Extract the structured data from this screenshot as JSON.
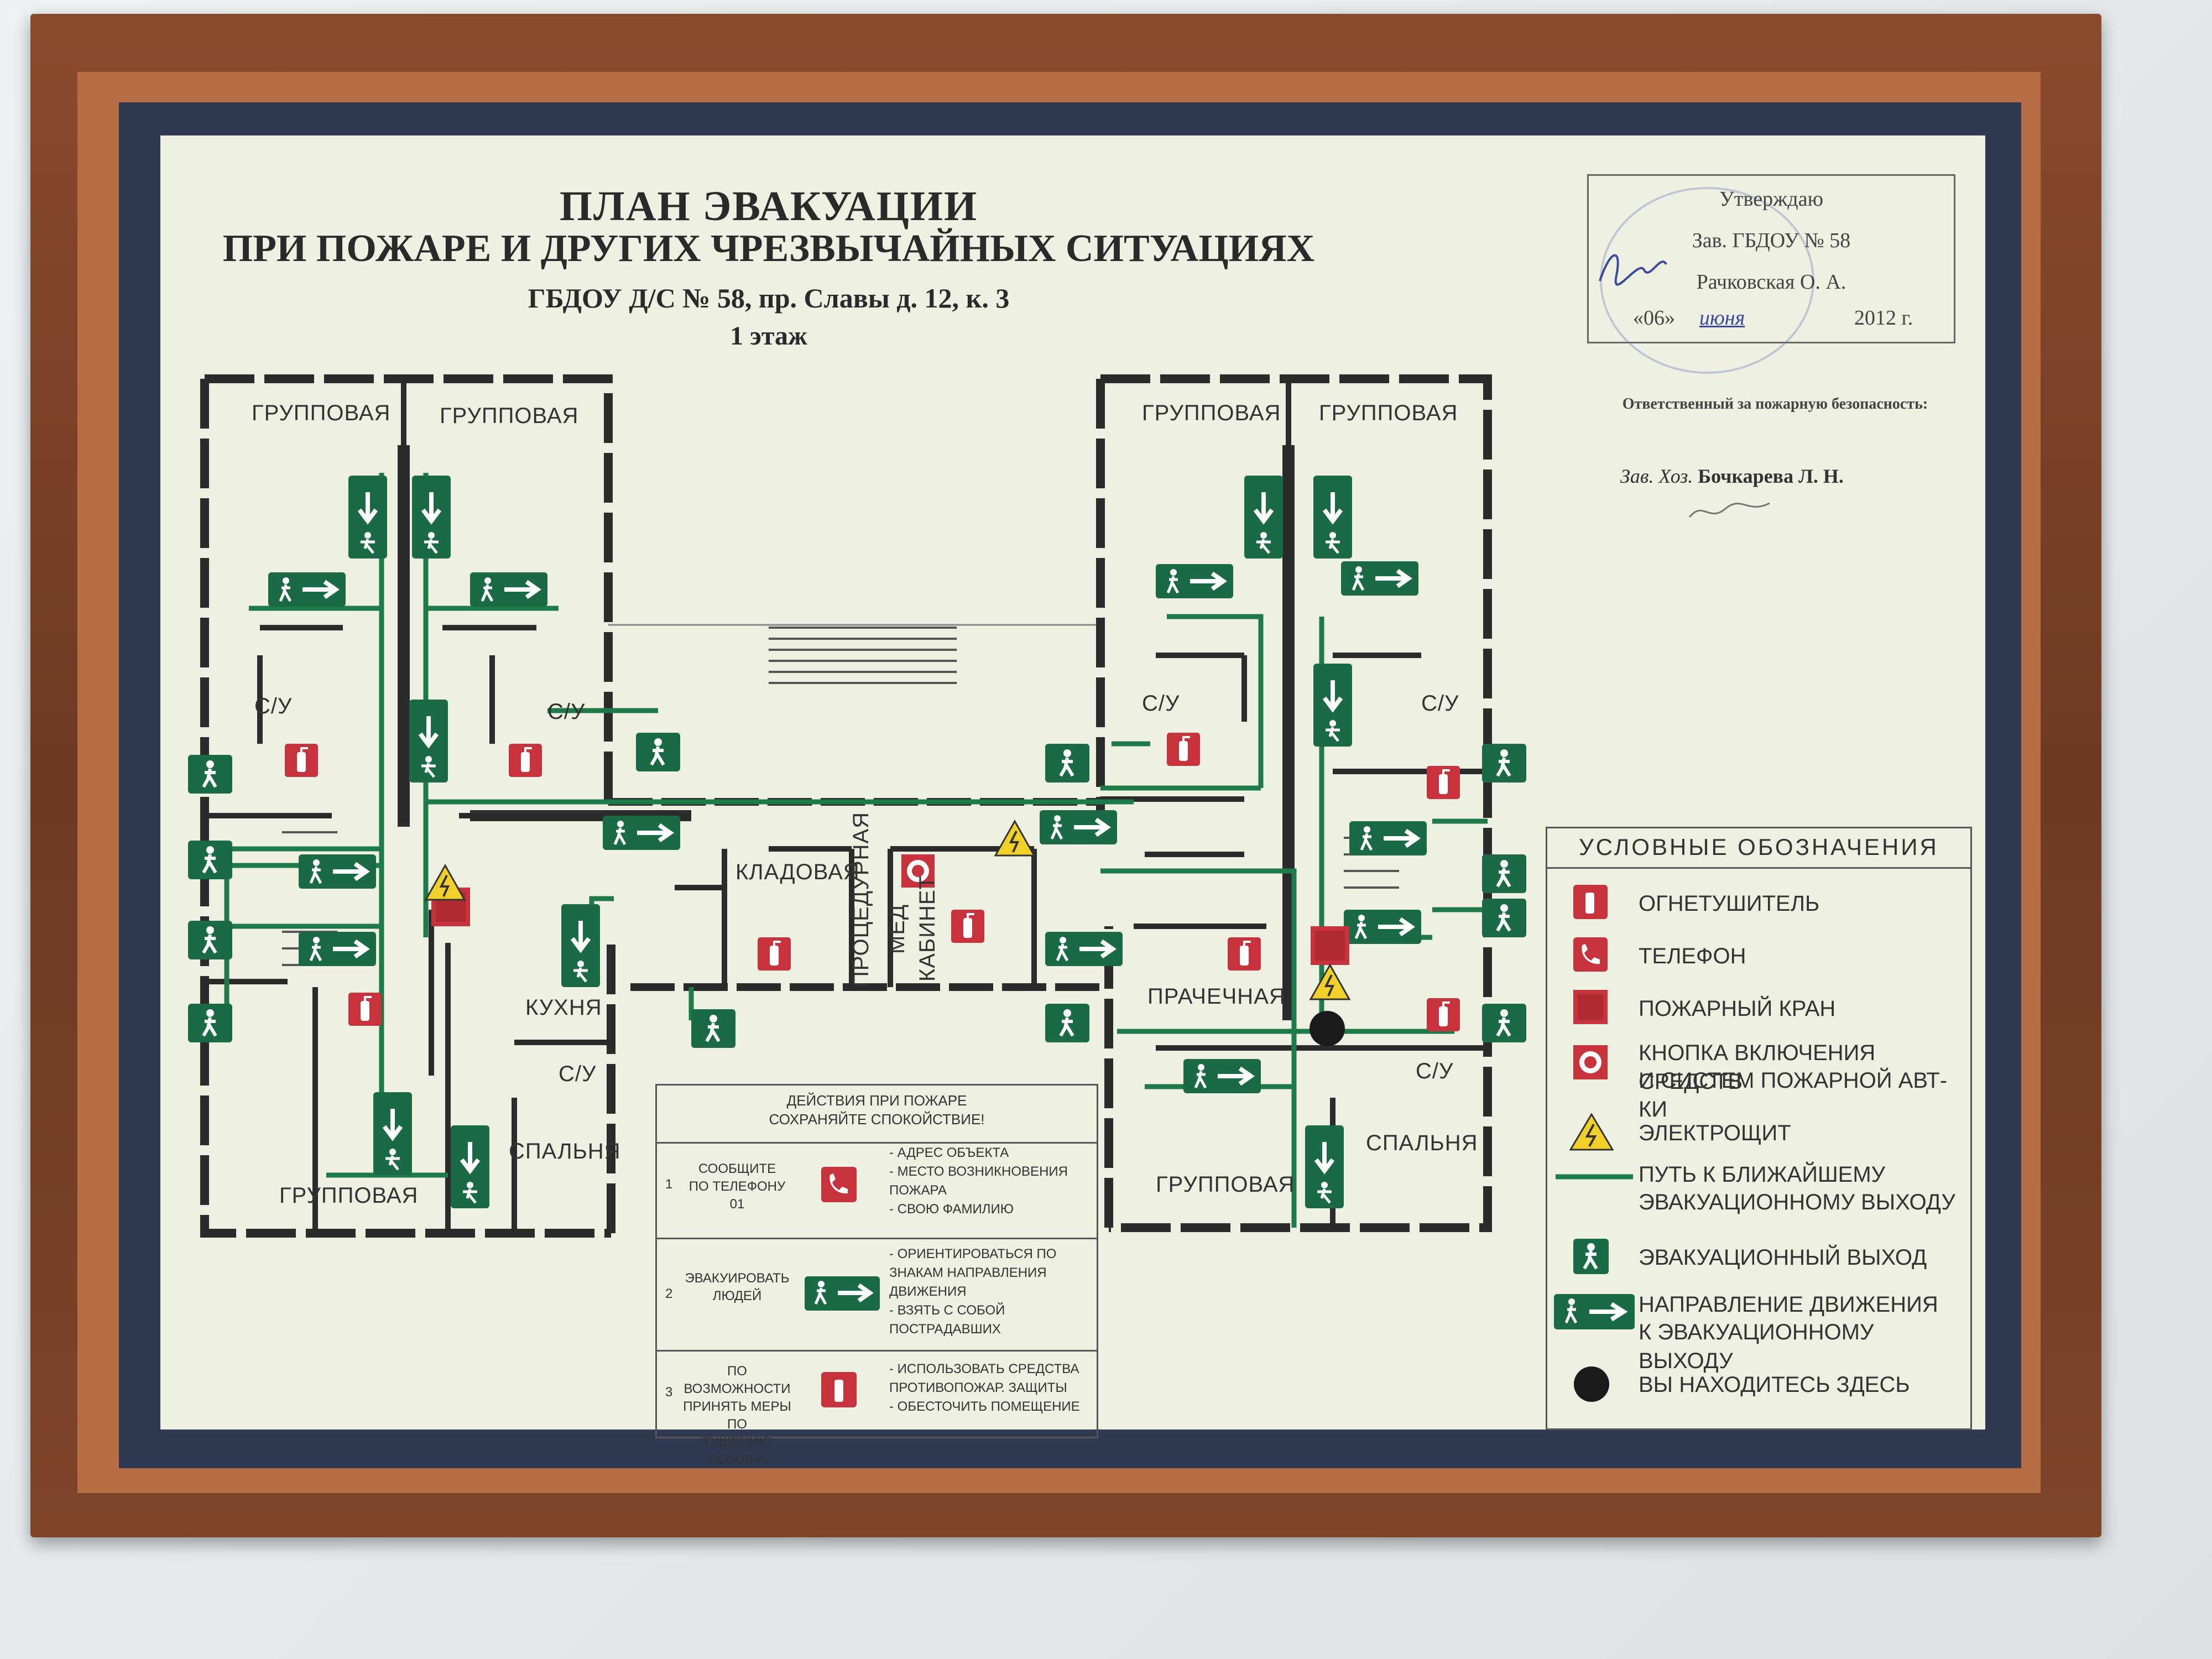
{
  "header": {
    "title_line1": "ПЛАН ЭВАКУАЦИИ",
    "title_line2": "ПРИ ПОЖАРЕ И ДРУГИХ ЧРЕЗВЫЧАЙНЫХ СИТУАЦИЯХ",
    "address": "ГБДОУ Д/С  № 58, пр. Славы д. 12, к. 3",
    "floor": "1 этаж"
  },
  "approval": {
    "line1": "Утверждаю",
    "line2": "Зав. ГБДОУ № 58",
    "line3": "Рачковская О. А.",
    "date_day": "«06»",
    "date_month": "июня",
    "date_year": "2012 г."
  },
  "responsible": {
    "caption": "Ответственный за пожарную безопасность:",
    "position": "Зав. Хоз.",
    "name": "Бочкарева Л. Н."
  },
  "rooms": {
    "group_tl1": "ГРУППОВАЯ",
    "group_tl2": "ГРУППОВАЯ",
    "group_tr1": "ГРУППОВАЯ",
    "group_tr2": "ГРУППОВАЯ",
    "group_bl": "ГРУППОВАЯ",
    "group_br": "ГРУППОВАЯ",
    "wc1": "С/У",
    "wc2": "С/У",
    "wc3": "С/У",
    "wc4": "С/У",
    "wc5": "С/У",
    "wc6": "С/У",
    "pantry": "КЛАДОВАЯ",
    "procedure": "ПРОЦЕДУРНАЯ",
    "med1": "МЕД",
    "med2": "КАБИНЕТ",
    "kitchen": "КУХНЯ",
    "bedroom_l": "СПАЛЬНЯ",
    "bedroom_r": "СПАЛЬНЯ",
    "laundry": "ПРАЧЕЧНАЯ"
  },
  "legend": {
    "title": "УСЛОВНЫЕ ОБОЗНАЧЕНИЯ",
    "items": [
      {
        "icon": "fire-extinguisher-icon",
        "line1": "ОГНЕТУШИТЕЛЬ",
        "line2": ""
      },
      {
        "icon": "phone-icon",
        "line1": "ТЕЛЕФОН",
        "line2": ""
      },
      {
        "icon": "fire-hydrant-icon",
        "line1": "ПОЖАРНЫЙ КРАН",
        "line2": ""
      },
      {
        "icon": "alarm-button-icon",
        "line1": "КНОПКА ВКЛЮЧЕНИЯ СРЕДСТВ",
        "line2": "И СИСТЕМ ПОЖАРНОЙ АВТ-КИ"
      },
      {
        "icon": "electrical-panel-icon",
        "line1": "ЭЛЕКТРОЩИТ",
        "line2": ""
      },
      {
        "icon": "route-line-icon",
        "line1": "ПУТЬ К БЛИЖАЙШЕМУ",
        "line2": "ЭВАКУАЦИОННОМУ ВЫХОДУ"
      },
      {
        "icon": "exit-icon",
        "line1": "ЭВАКУАЦИОННЫЙ ВЫХОД",
        "line2": ""
      },
      {
        "icon": "direction-arrow-icon",
        "line1": "НАПРАВЛЕНИЕ ДВИЖЕНИЯ",
        "line2": "К ЭВАКУАЦИОННОМУ ВЫХОДУ"
      },
      {
        "icon": "you-are-here-icon",
        "line1": "ВЫ НАХОДИТЕСЬ ЗДЕСЬ",
        "line2": ""
      }
    ]
  },
  "actions": {
    "head1": "ДЕЙСТВИЯ ПРИ ПОЖАРЕ",
    "head2": "СОХРАНЯЙТЕ СПОКОЙСТВИЕ!",
    "rows": [
      {
        "num": "1",
        "left": [
          "СООБЩИТЕ",
          "ПО ТЕЛЕФОНУ",
          "01"
        ],
        "icon": "phone-icon",
        "right": [
          "- АДРЕС ОБЪЕКТА",
          "- МЕСТО  ВОЗНИКНОВЕНИЯ",
          "  ПОЖАРА",
          "- СВОЮ ФАМИЛИЮ"
        ]
      },
      {
        "num": "2",
        "left": [
          "ЭВАКУИРОВАТЬ",
          "ЛЮДЕЙ"
        ],
        "icon": "direction-arrow-icon",
        "right": [
          "- ОРИЕНТИРОВАТЬСЯ ПО",
          "  ЗНАКАМ НАПРАВЛЕНИЯ",
          "  ДВИЖЕНИЯ",
          "- ВЗЯТЬ С СОБОЙ",
          "  ПОСТРАДАВШИХ"
        ]
      },
      {
        "num": "3",
        "left": [
          "ПО ВОЗМОЖНОСТИ",
          "ПРИНЯТЬ МЕРЫ ПО",
          "ТУШЕНИЮ ПОЖАРА"
        ],
        "icon": "fire-extinguisher-icon",
        "right": [
          "- ИСПОЛЬЗОВАТЬ СРЕДСТВА",
          "  ПРОТИВОПОЖАР. ЗАЩИТЫ",
          "- ОБЕСТОЧИТЬ ПОМЕЩЕНИЕ"
        ]
      }
    ]
  },
  "colors": {
    "route_green": "#1f7a4a",
    "sign_green": "#1a6a45",
    "fire_red": "#c8323c",
    "wall_dark": "#2b2b2b",
    "warning_yellow": "#f2d02a"
  }
}
